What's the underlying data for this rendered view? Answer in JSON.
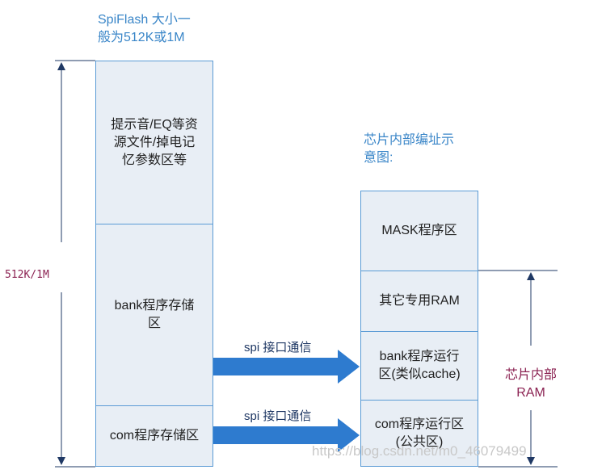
{
  "spiflash": {
    "note_line1": "SpiFlash 大小一",
    "note_line2": "般为512K或1M",
    "size_label": "512K/1M",
    "blocks": [
      {
        "lines": [
          "提示音/EQ等资",
          "源文件/掉电记",
          "忆参数区等"
        ]
      },
      {
        "lines": [
          "bank程序存储",
          "区"
        ]
      },
      {
        "lines": [
          "com程序存储区"
        ]
      }
    ]
  },
  "chip": {
    "note_line1": "芯片内部编址示",
    "note_line2": "意图:",
    "ram_label_line1": "芯片内部",
    "ram_label_line2": "RAM",
    "blocks": [
      {
        "lines": [
          "MASK程序区"
        ]
      },
      {
        "lines": [
          "其它专用RAM"
        ]
      },
      {
        "lines": [
          "bank程序运行",
          "区(类似cache)"
        ]
      },
      {
        "lines": [
          "com程序运行区",
          "(公共区)"
        ]
      }
    ]
  },
  "connections": [
    {
      "label": "spi 接口通信"
    },
    {
      "label": "spi 接口通信"
    }
  ],
  "watermark": "https://blog.csdn.net/m0_46079499",
  "colors": {
    "block_fill": "#e8eef5",
    "block_border": "#5b9bd5",
    "arrow_fill": "#2e7bcf",
    "note_text": "#3a86c8",
    "size_text": "#8b2252"
  }
}
